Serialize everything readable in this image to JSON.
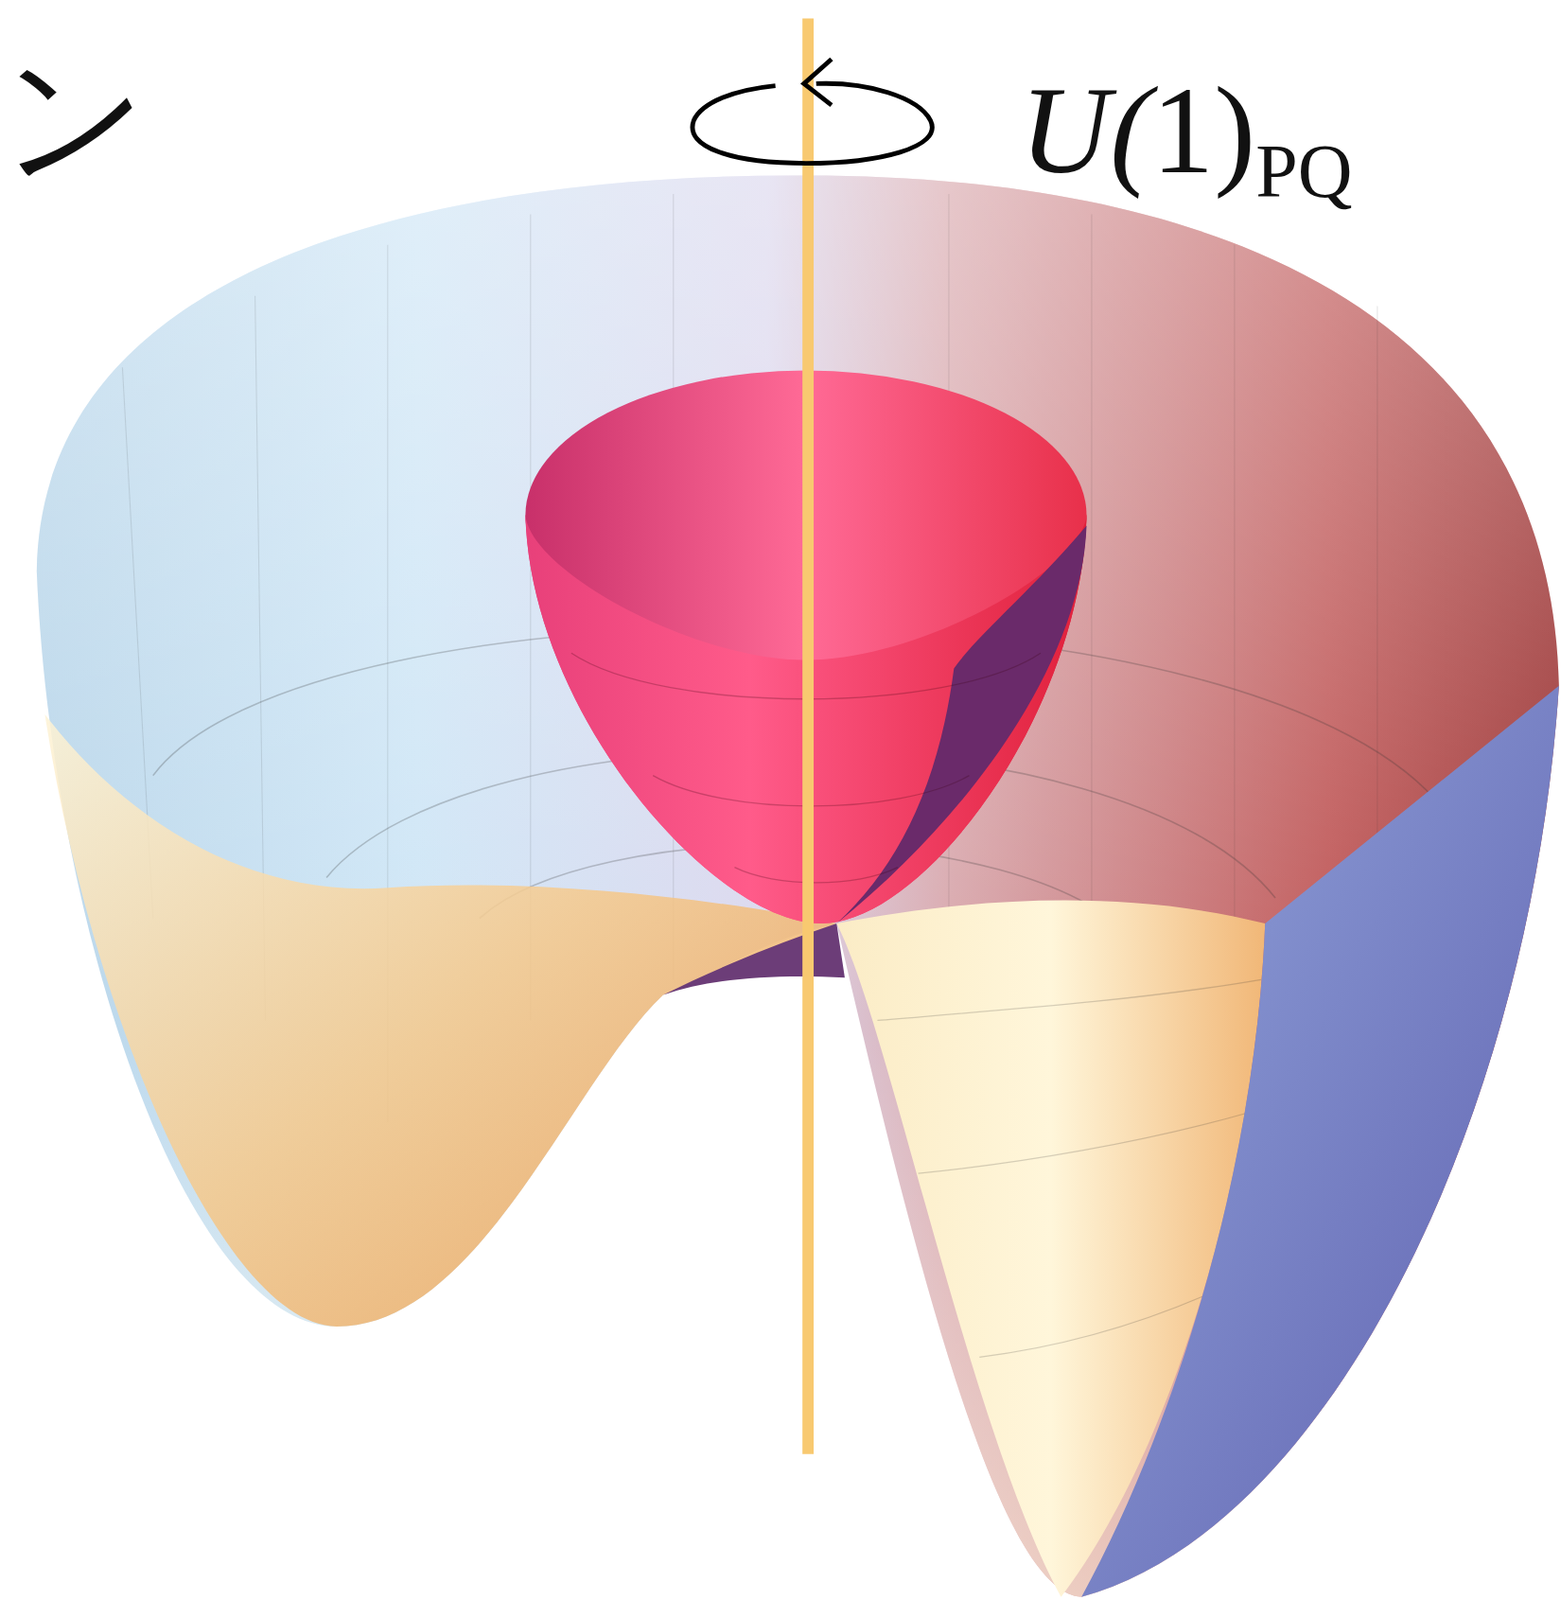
{
  "diagram": {
    "labels": [
      "ン",
      "U(1)",
      "PQ"
    ]
  }
}
